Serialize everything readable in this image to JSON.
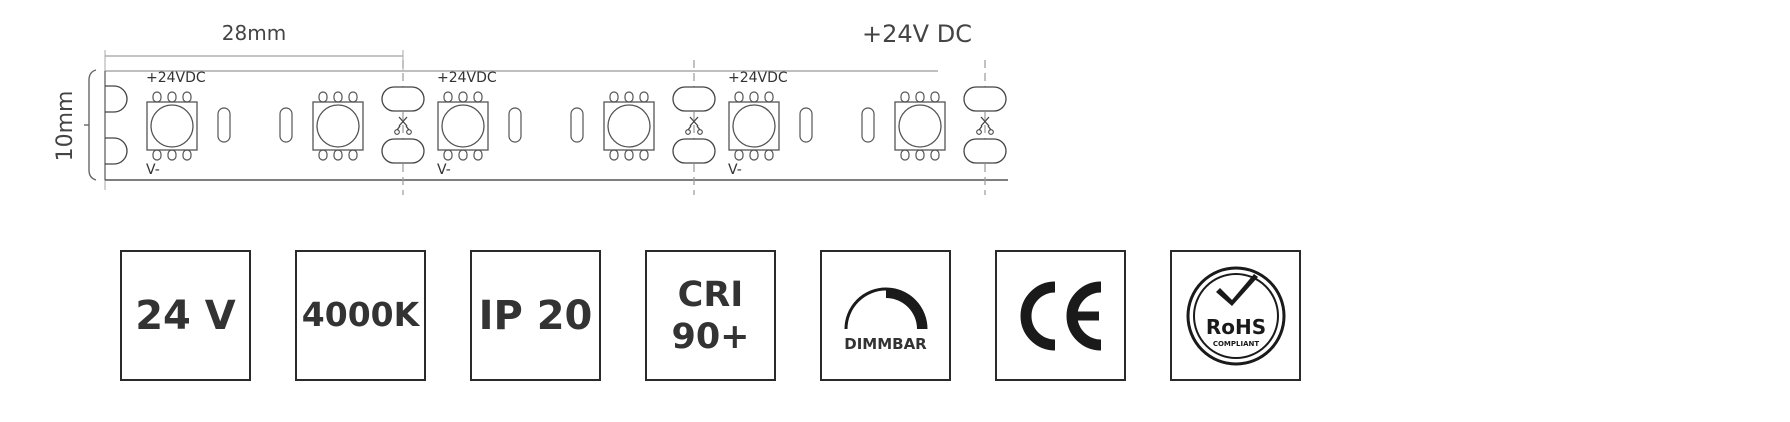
{
  "diagram": {
    "pitch_label": "28mm",
    "width_label": "10mm",
    "voltage_label": "+24V DC",
    "pad_positive_label": "+24VDC",
    "pad_negative_label": "V-",
    "segment_count": 3,
    "leds_per_segment": 2
  },
  "badges": {
    "voltage": "24 V",
    "color_temperature": "4000K",
    "ip_rating": "IP 20",
    "cri_line1": "CRI",
    "cri_line2": "90+",
    "dimmable": "DIMMBAR",
    "ce_mark": "CE",
    "rohs": "RoHS",
    "rohs_sub": "COMPLIANT"
  },
  "colors": {
    "line": "#555555",
    "text": "#333333",
    "badge_border": "#2a2a2a"
  }
}
